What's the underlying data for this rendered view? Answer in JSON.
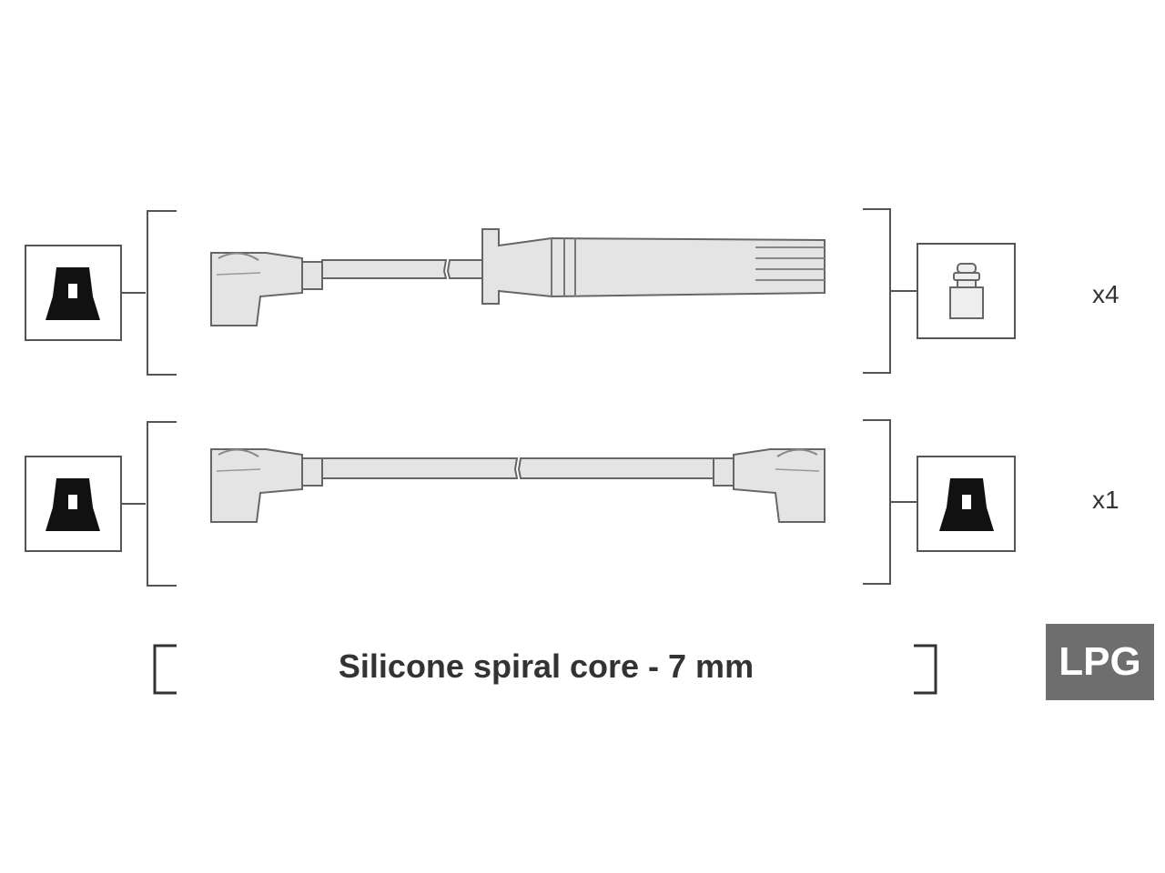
{
  "rows": [
    {
      "quantity": "x4",
      "left_terminal_icon": "coil-boot-icon",
      "right_terminal_icon": "spark-plug-terminal-icon",
      "cable": "angled-boot-to-straight-plug-boot"
    },
    {
      "quantity": "x1",
      "left_terminal_icon": "coil-boot-icon",
      "right_terminal_icon": "coil-boot-icon",
      "cable": "angled-boot-to-angled-boot"
    }
  ],
  "specification": "Silicone spiral core - 7 mm",
  "badge": "LPG",
  "colors": {
    "line": "#555555",
    "part_fill": "#e4e4e4",
    "part_stroke": "#666666",
    "badge_bg": "#6e6e6e",
    "badge_text": "#ffffff"
  }
}
